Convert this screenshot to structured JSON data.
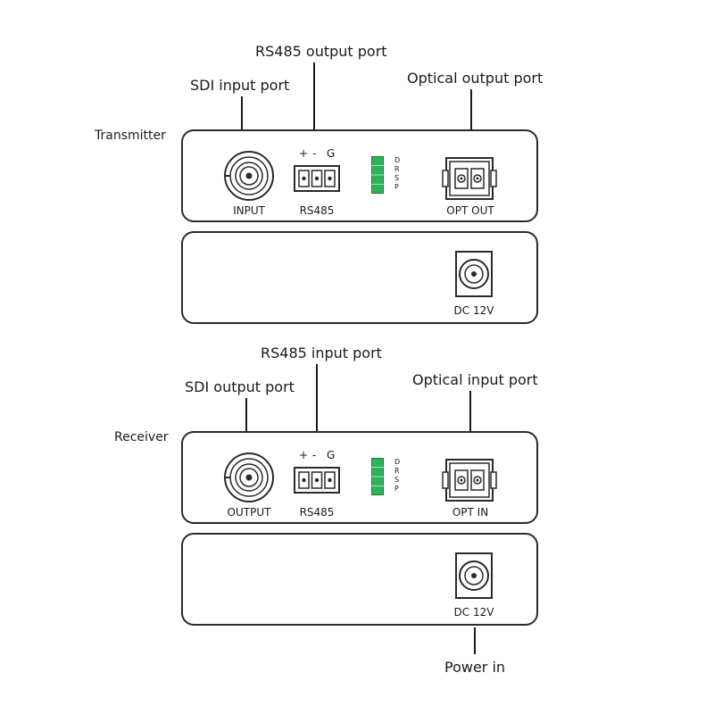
{
  "transmitter": {
    "title": "Transmitter",
    "callouts": {
      "bnc": "SDI input port",
      "rs485": "RS485 output port",
      "optical": "Optical output port"
    },
    "front_panel": {
      "bnc_label": "INPUT",
      "rs485_label": "RS485",
      "rs485_polarity": [
        "+",
        "-",
        "G"
      ],
      "led_letters": [
        "D",
        "R",
        "S",
        "P"
      ],
      "optical_label": "OPT OUT"
    },
    "rear_panel": {
      "dc_label": "DC 12V"
    }
  },
  "receiver": {
    "title": "Receiver",
    "callouts": {
      "bnc": "SDI output port",
      "rs485": "RS485 input port",
      "optical": "Optical input port",
      "power": "Power in"
    },
    "front_panel": {
      "bnc_label": "OUTPUT",
      "rs485_label": "RS485",
      "rs485_polarity": [
        "+",
        "-",
        "G"
      ],
      "led_letters": [
        "D",
        "R",
        "S",
        "P"
      ],
      "optical_label": "OPT IN"
    },
    "rear_panel": {
      "dc_label": "DC 12V"
    }
  },
  "colors": {
    "led": "#2fb35a",
    "outline": "#2a2a2a"
  }
}
